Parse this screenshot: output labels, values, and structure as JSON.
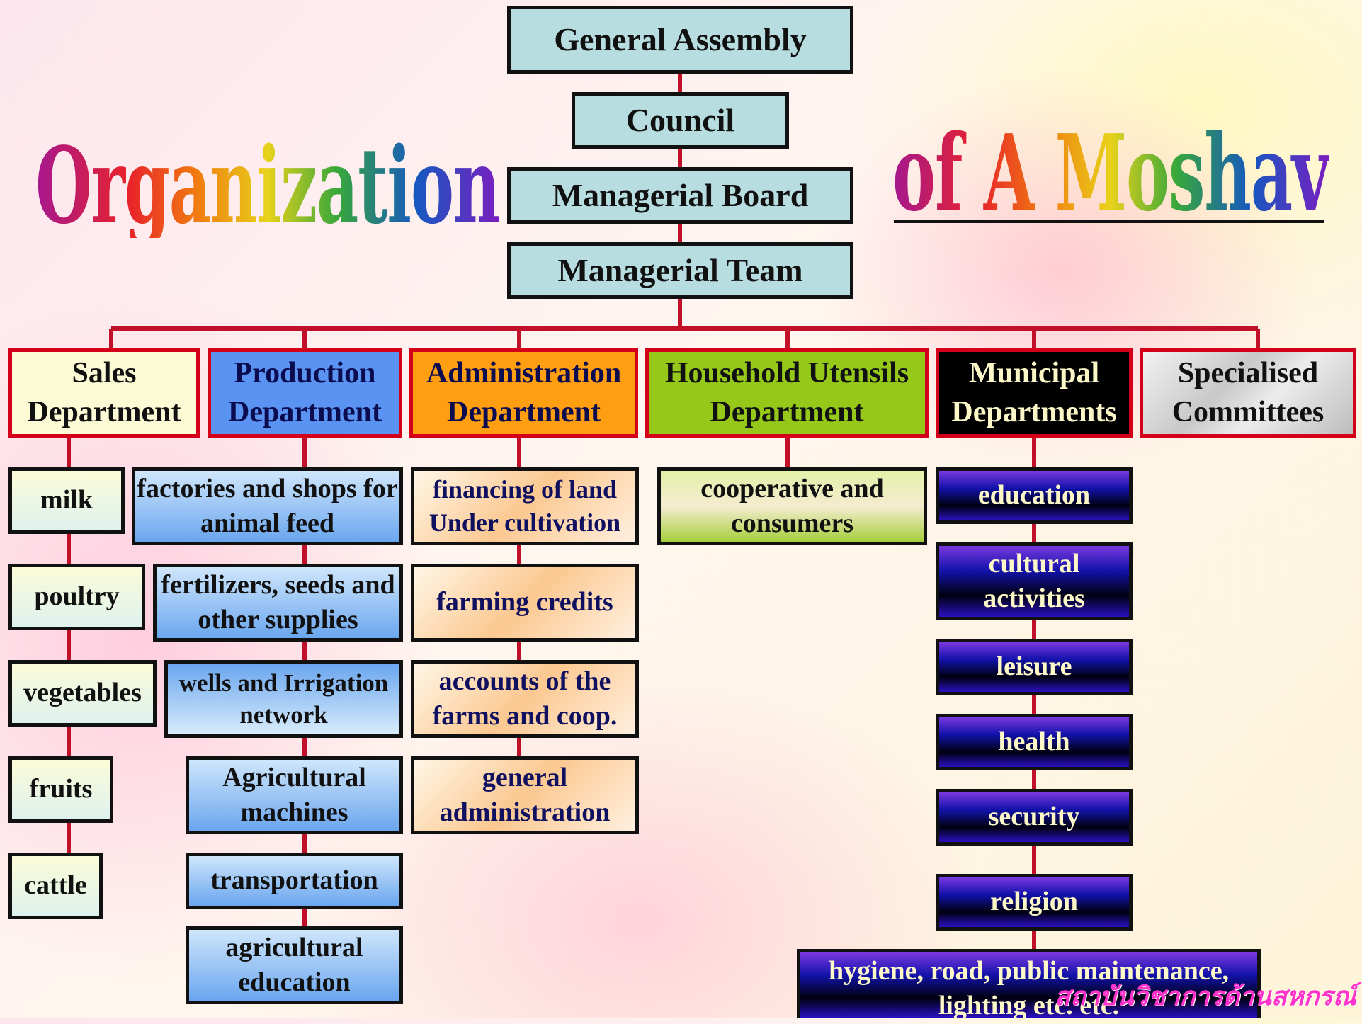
{
  "title": {
    "left": "Organization",
    "right": "of A Moshav"
  },
  "top_chain": [
    "General Assembly",
    "Council",
    "Managerial Board",
    "Managerial Team"
  ],
  "departments": [
    {
      "label": "Sales Department",
      "items": [
        "milk",
        "poultry",
        "vegetables",
        "fruits",
        "cattle"
      ]
    },
    {
      "label": "Production Department",
      "items": [
        "factories and shops for animal feed",
        "fertilizers, seeds and other supplies",
        "wells and Irrigation network",
        "Agricultural machines",
        "transportation",
        "agricultural education"
      ]
    },
    {
      "label": "Administration Department",
      "items": [
        "financing of land Under cultivation",
        "farming credits",
        "accounts of the farms and coop.",
        "general administration"
      ]
    },
    {
      "label": "Household Utensils Department",
      "items": [
        "cooperative and consumers"
      ]
    },
    {
      "label": "Municipal Departments",
      "items": [
        "education",
        "cultural activities",
        "leisure",
        "health",
        "security",
        "religion",
        "hygiene, road, public maintenance, lighting etc. etc."
      ]
    },
    {
      "label": "Specialised Committees",
      "items": []
    }
  ],
  "watermark": "สถาบันวิชาการด้านสหกรณ์",
  "colors": {
    "top_fill": "#b8dde0",
    "connector": "#c0102a",
    "dept_border": "#d4001a",
    "sales_fill": "#fdfbd6",
    "production_fill": "#5b93f2",
    "administration_fill": "#ff9e10",
    "household_fill": "#96c81a",
    "municipal_fill": "#000000",
    "committees_fill": "#d8d8d8",
    "sub_text": "#101060",
    "municipal_sub_text": "#fdf8c8"
  }
}
